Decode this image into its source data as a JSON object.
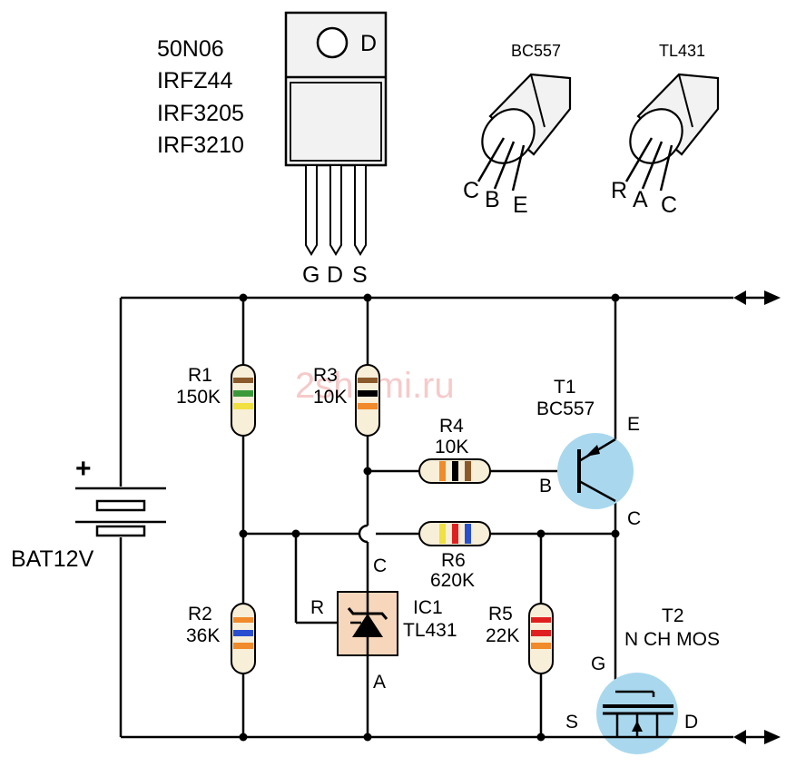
{
  "mosfet_part_numbers": [
    "50N06",
    "IRFZ44",
    "IRF3205",
    "IRF3210"
  ],
  "mosfet_package": {
    "tab_label": "D",
    "pins": [
      "G",
      "D",
      "S"
    ]
  },
  "bc557_package": {
    "title": "BC557",
    "pins": [
      "C",
      "B",
      "E"
    ]
  },
  "tl431_package": {
    "title": "TL431",
    "pins": [
      "R",
      "A",
      "C"
    ]
  },
  "watermark": "2shemi.ru",
  "battery": {
    "plus": "+",
    "label": "BAT12V"
  },
  "resistors": {
    "r1": {
      "name": "R1",
      "value": "150K"
    },
    "r2": {
      "name": "R2",
      "value": "36K"
    },
    "r3": {
      "name": "R3",
      "value": "10K"
    },
    "r4": {
      "name": "R4",
      "value": "10K"
    },
    "r5": {
      "name": "R5",
      "value": "22K"
    },
    "r6": {
      "name": "R6",
      "value": "620K"
    }
  },
  "t1": {
    "name": "T1",
    "type": "BC557",
    "pin_e": "E",
    "pin_b": "B",
    "pin_c": "C"
  },
  "ic1": {
    "name": "IC1",
    "type": "TL431",
    "pin_c": "C",
    "pin_r": "R",
    "pin_a": "A"
  },
  "t2": {
    "name": "T2",
    "type": "N CH MOS",
    "pin_g": "G",
    "pin_s": "S",
    "pin_d": "D"
  },
  "colors": {
    "package_fill": "#f2f2f2",
    "transistor_circle": "#a9d8ee",
    "ic_fill": "#f6d7bb",
    "resistor_body": "#f7efd8",
    "watermark": "#f3b9b9"
  }
}
